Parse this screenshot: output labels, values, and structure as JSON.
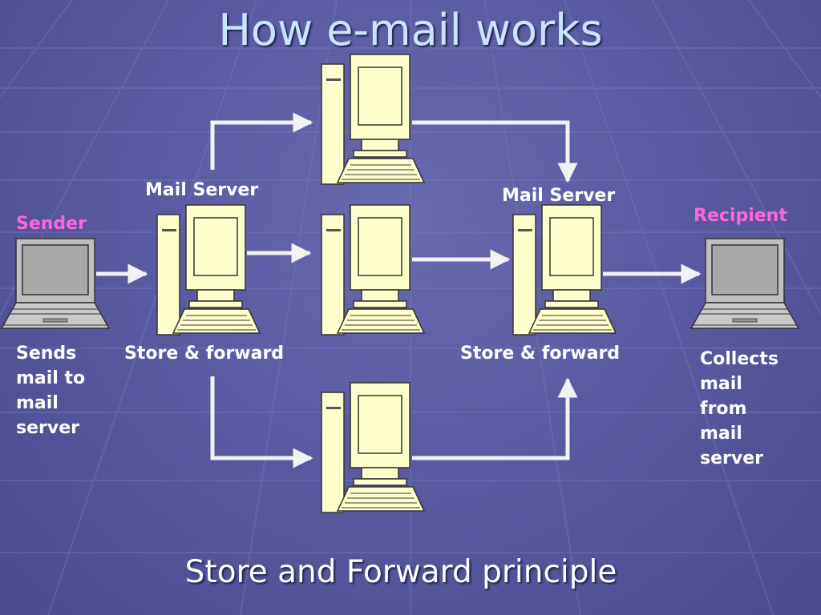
{
  "title": "How e-mail works",
  "subtitle": "Store and Forward principle",
  "labels": {
    "sender": "Sender",
    "recipient": "Recipient",
    "mail_server_left": "Mail Server",
    "mail_server_right": "Mail Server",
    "store_forward_left": "Store & forward",
    "store_forward_right": "Store & forward",
    "sender_desc": "Sends\nmail to\nmail\nserver",
    "recipient_desc": "Collects\nmail\nfrom\nmail\nserver"
  },
  "colors": {
    "background": "#5a5aa2",
    "title": "#c9e4ff",
    "role_label": "#ff66dd",
    "computer_body": "#ffffcc",
    "laptop_body": "#c0c0c0",
    "arrow": "#ffffff"
  }
}
